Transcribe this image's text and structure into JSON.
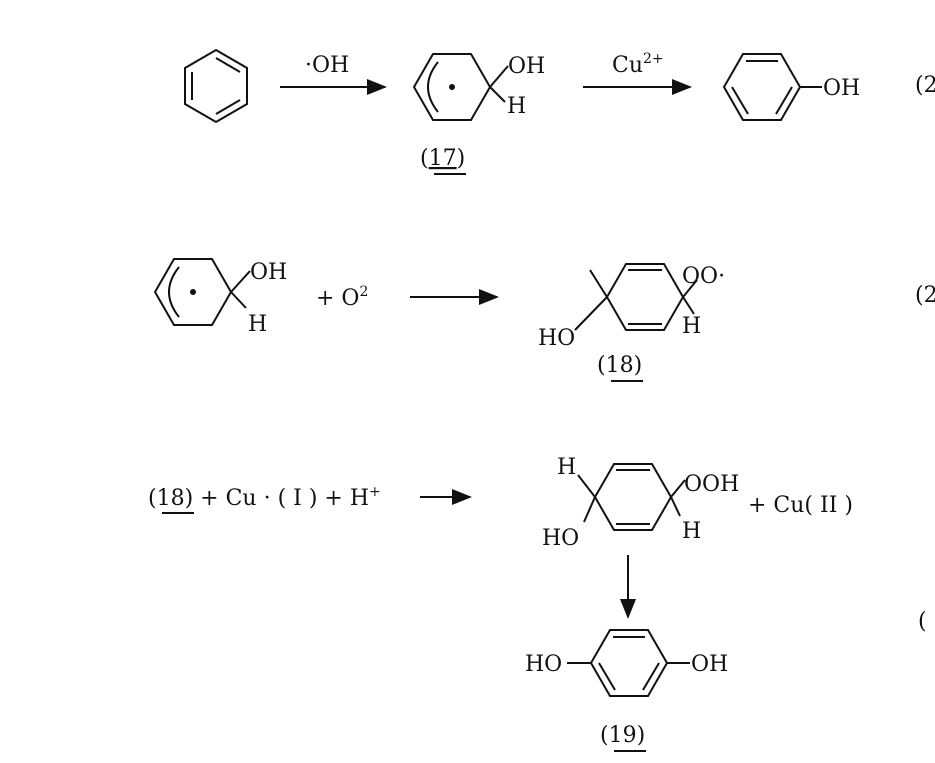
{
  "reaction1": {
    "reagent1": "·OH",
    "reagent2_base": "Cu",
    "reagent2_sup": "2+",
    "intermediate_oh": "OH",
    "intermediate_h": "H",
    "intermediate_label": "17",
    "product_oh": "OH",
    "eq_label": "(2"
  },
  "reaction2": {
    "reactant_oh": "OH",
    "reactant_h": "H",
    "plus_o": "+ O",
    "o_sup": "2",
    "product_oo": "OO·",
    "product_ho": "HO",
    "product_h": "H",
    "product_label": "18",
    "eq_label": "(2"
  },
  "reaction3": {
    "ref_label": "18",
    "reactants_rest": "+ Cu · ( I ) + H",
    "h_sup": "+",
    "int_h_top": "H",
    "int_ho": "HO",
    "int_ooh": "OOH",
    "int_h": "H",
    "byproduct": "+ Cu( II )",
    "final_ho": "HO",
    "final_oh": "OH",
    "final_label": "19",
    "eq_label": "("
  }
}
